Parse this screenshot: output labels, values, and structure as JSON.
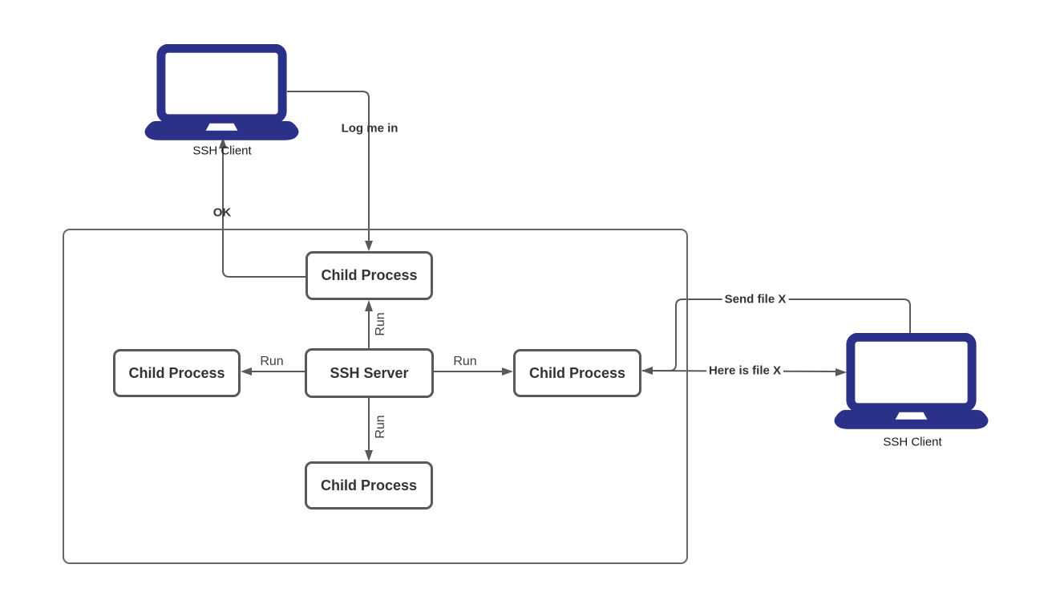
{
  "diagram": {
    "colors": {
      "laptop_fill": "#2b3188",
      "edge_stroke": "#595959",
      "container_border": "#666666",
      "node_border": "#595959",
      "node_text": "#333333"
    },
    "laptops": {
      "left_label": "SSH Client",
      "right_label": "SSH Client"
    },
    "nodes": {
      "child_top": "Child Process",
      "child_left": "Child Process",
      "server": "SSH Server",
      "child_right": "Child Process",
      "child_bottom": "Child Process"
    },
    "edges": {
      "log_me_in": "Log me in",
      "ok": "OK",
      "run_up": "Run",
      "run_left": "Run",
      "run_right": "Run",
      "run_down": "Run",
      "send_file": "Send file X",
      "here_is_file": "Here is file X"
    }
  }
}
